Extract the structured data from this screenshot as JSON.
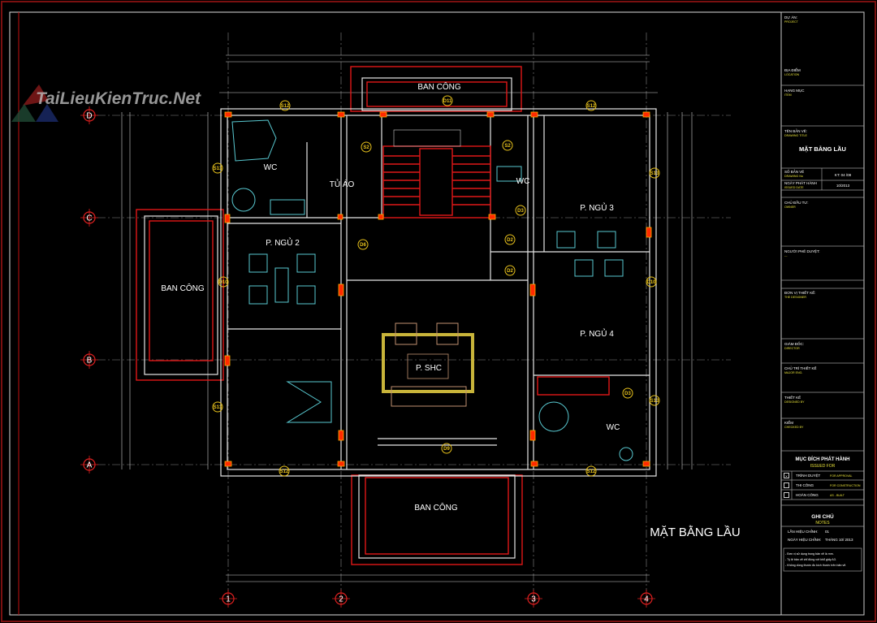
{
  "watermark": {
    "text": "TaiLieuKienTruc.Net"
  },
  "plan": {
    "title": "MẶT BẰNG LẦU",
    "rooms": {
      "balcony_top": "BAN CÔNG",
      "balcony_left": "BAN CÔNG",
      "balcony_bottom": "BAN CÔNG",
      "wc_left": "WC",
      "wardrobe": "TỦ ÁO",
      "wc_mid": "WC",
      "bedroom_2": "P. NGỦ 2",
      "bedroom_3": "P. NGỦ 3",
      "bedroom_4": "P. NGỦ 4",
      "living": "P. SHC",
      "wc_right": "WC"
    },
    "tags": [
      "S12",
      "D11",
      "S12",
      "S2",
      "S2",
      "S13",
      "S13",
      "D3",
      "D2",
      "D2",
      "D6",
      "D10",
      "D10",
      "S13",
      "S13",
      "D3",
      "D9",
      "S12",
      "S12"
    ],
    "grid_rows": [
      "D",
      "C",
      "B",
      "A"
    ],
    "grid_cols": [
      "1",
      "2",
      "3",
      "4"
    ]
  },
  "title_block": {
    "project": {
      "label": "DỰ ÁN:",
      "sub": "PROJECT"
    },
    "location": {
      "label": "ĐỊA ĐIỂM",
      "sub": "LOCATION"
    },
    "item": {
      "label": "HẠNG MỤC",
      "sub": "ITEM"
    },
    "drawing_title": {
      "label": "TÊN BẢN VẼ:",
      "sub": "DRAWING TITLE",
      "value": "MẶT BẰNG LẦU"
    },
    "drawing_no": {
      "label": "SỐ BẢN VẼ",
      "sub": "DRAWING No",
      "value": "KT: 04 /08"
    },
    "issued_date": {
      "label": "NGÀY PHÁT HÀNH",
      "sub": "ISSUED DATE",
      "value": "10/2013"
    },
    "owner": {
      "label": "CHỦ ĐẦU TƯ:",
      "sub": "OWNER"
    },
    "approver": {
      "label": "NGƯỜI PHÊ DUYỆT:",
      "sub": "---"
    },
    "designer": {
      "label": "ĐƠN VỊ THIẾT KẾ:",
      "sub": "THE DESIGNER"
    },
    "director": {
      "label": "GIÁM ĐỐC:",
      "sub": "DIRECTOR"
    },
    "major_eng": {
      "label": "CHỦ TRÌ THIẾT KẾ",
      "sub": "MAJOR ENG."
    },
    "designed_by": {
      "label": "THIẾT KẾ",
      "sub": "DESIGNED BY"
    },
    "checked_by": {
      "label": "KIỂM",
      "sub": "CHECKED BY"
    },
    "issued_for": {
      "title": "MỤC ĐÍCH PHÁT HÀNH",
      "sub": "ISSUED FOR",
      "options": [
        {
          "label": "TRÌNH DUYỆT",
          "sub": "FOR APPROVAL",
          "checked": true
        },
        {
          "label": "THI CÔNG",
          "sub": "FOR CONSTRUCTION",
          "checked": false
        },
        {
          "label": "HOÀN CÔNG",
          "sub": "AS - BUILT",
          "checked": false
        }
      ]
    },
    "notes": {
      "title": "GHI CHÚ",
      "sub": "NOTES",
      "revision_label": "LẦN HIỆU CHỈNH:",
      "revision_value": "01",
      "revision_date_label": "NGÀY HIỆU CHỈNH:",
      "revision_date_value": "THÁNG 10/ 2013",
      "lines": [
        "- Đơn vị sử dụng trong bản vẽ là mm.",
        "- Tỷ lệ bản vẽ chỉ đúng với khổ giấy A3.",
        "- Không dùng thước đo kích thước trên bản vẽ."
      ]
    }
  }
}
